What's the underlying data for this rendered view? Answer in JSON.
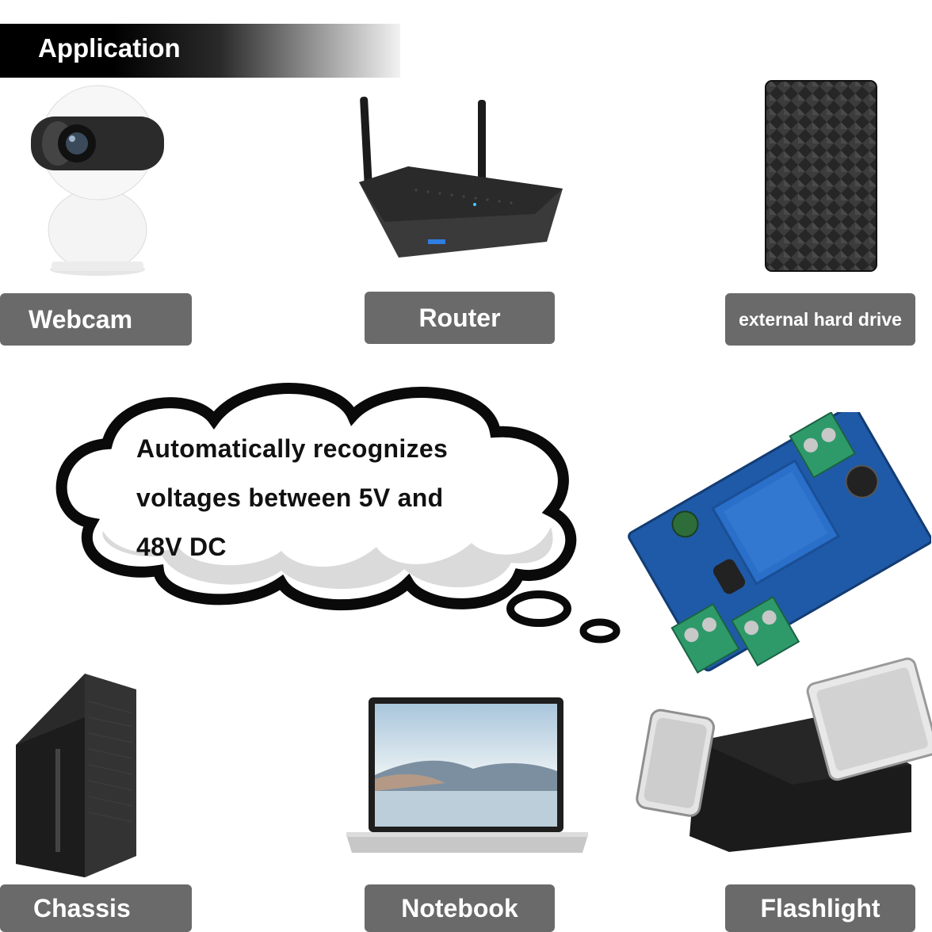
{
  "header": {
    "title": "Application"
  },
  "items": [
    {
      "label": "Webcam",
      "icon": "webcam-icon"
    },
    {
      "label": "Router",
      "icon": "router-icon"
    },
    {
      "label": "external hard drive",
      "icon": "hard-drive-icon"
    },
    {
      "label": "Chassis",
      "icon": "pc-tower-icon"
    },
    {
      "label": "Notebook",
      "icon": "laptop-icon"
    },
    {
      "label": "Flashlight",
      "icon": "emergency-light-icon"
    }
  ],
  "callout": {
    "text": "Automatically recognizes voltages between 5V and 48V DC"
  },
  "colors": {
    "label_bg": "#6b6a6a",
    "board": "#1f5aa8",
    "relay": "#2a6fc9",
    "terminal": "#2e9a6a"
  }
}
